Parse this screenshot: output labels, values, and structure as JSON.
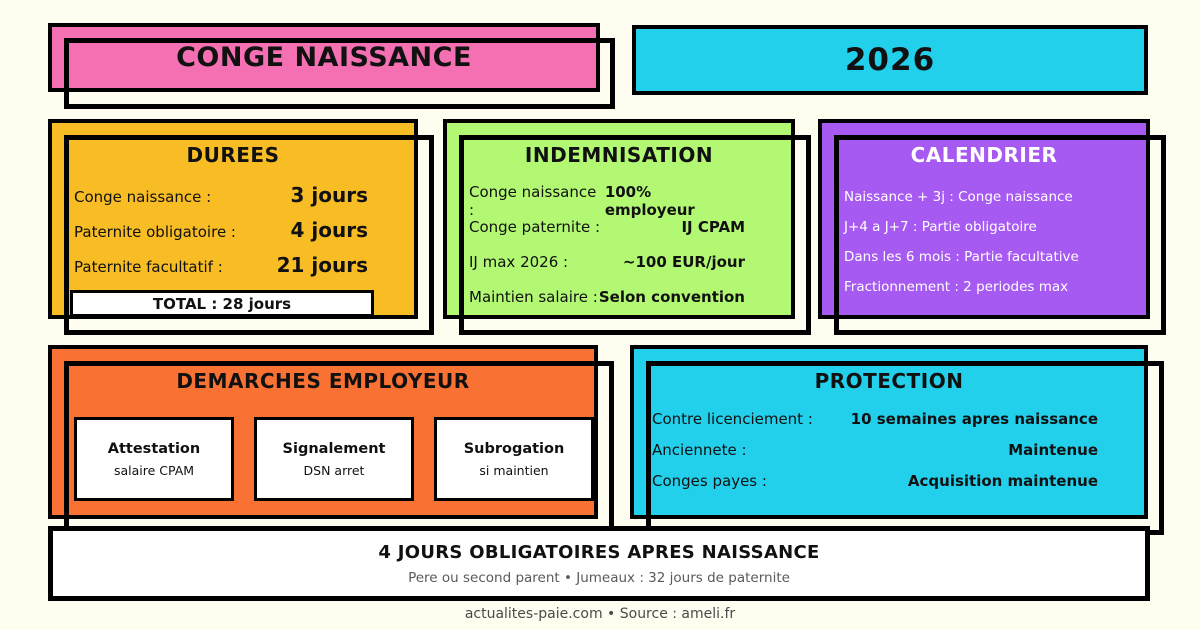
{
  "colors": {
    "bg": "#FFFDF0",
    "pink": "#F570B2",
    "cyan": "#22D0EC",
    "amber": "#F8BC25",
    "green": "#B2F873",
    "purple": "#A75AF2",
    "orange": "#FA7134"
  },
  "header": {
    "title": "CONGE NAISSANCE",
    "year": "2026"
  },
  "cards": {
    "durees": {
      "title": "DUREES",
      "rows": [
        {
          "label": "Conge naissance :",
          "value": "3 jours"
        },
        {
          "label": "Paternite obligatoire :",
          "value": "4 jours"
        },
        {
          "label": "Paternite facultatif :",
          "value": "21 jours"
        }
      ],
      "total": "TOTAL : 28 jours"
    },
    "indemnisation": {
      "title": "INDEMNISATION",
      "rows": [
        {
          "label": "Conge naissance :",
          "value": "100% employeur"
        },
        {
          "label": "Conge paternite :",
          "value": "IJ CPAM"
        },
        {
          "label": "IJ max 2026 :",
          "value": "~100 EUR/jour"
        },
        {
          "label": "Maintien salaire :",
          "value": "Selon convention"
        }
      ]
    },
    "calendrier": {
      "title": "CALENDRIER",
      "lines": [
        "Naissance + 3j : Conge naissance",
        "J+4 a J+7 : Partie obligatoire",
        "Dans les 6 mois : Partie facultative",
        "Fractionnement : 2 periodes max"
      ]
    },
    "demarches": {
      "title": "DEMARCHES EMPLOYEUR",
      "cards": [
        {
          "title": "Attestation",
          "subtitle": "salaire CPAM"
        },
        {
          "title": "Signalement",
          "subtitle": "DSN arret"
        },
        {
          "title": "Subrogation",
          "subtitle": "si maintien"
        }
      ]
    },
    "protection": {
      "title": "PROTECTION",
      "rows": [
        {
          "label": "Contre licenciement :",
          "value": "10 semaines apres naissance"
        },
        {
          "label": "Anciennete :",
          "value": "Maintenue"
        },
        {
          "label": "Conges payes :",
          "value": "Acquisition maintenue"
        }
      ]
    }
  },
  "banner": {
    "title": "4 JOURS OBLIGATOIRES APRES NAISSANCE",
    "subtitle": "Pere ou second parent • Jumeaux : 32 jours de paternite"
  },
  "footer": "actualites-paie.com • Source : ameli.fr"
}
